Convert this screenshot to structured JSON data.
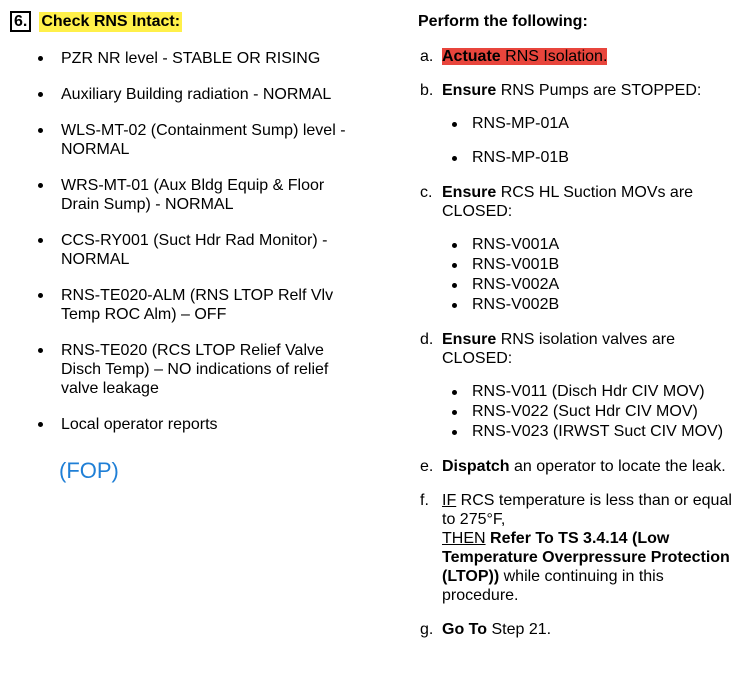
{
  "step": {
    "number": "6.",
    "title": "Check RNS Intact:"
  },
  "conditions": [
    "PZR NR level - STABLE OR RISING",
    "Auxiliary Building radiation - NORMAL",
    "WLS-MT-02 (Containment Sump) level - NORMAL",
    "WRS-MT-01 (Aux Bldg Equip & Floor Drain Sump) - NORMAL",
    "CCS-RY001 (Suct Hdr Rad Monitor) - NORMAL",
    "RNS-TE020-ALM (RNS LTOP Relf Vlv Temp ROC Alm) – OFF",
    "RNS-TE020 (RCS LTOP Relief Valve Disch Temp) – NO indications of relief valve leakage",
    "Local operator reports"
  ],
  "fop": "(FOP)",
  "perform_heading": "Perform the following:",
  "actions": {
    "a": {
      "letter": "a.",
      "verb": "Actuate",
      "text": " RNS Isolation."
    },
    "b": {
      "letter": "b.",
      "verb": "Ensure",
      "text": " RNS Pumps are STOPPED:",
      "items": [
        "RNS-MP-01A",
        "RNS-MP-01B"
      ]
    },
    "c": {
      "letter": "c.",
      "verb": "Ensure",
      "text": " RCS HL Suction MOVs are CLOSED:",
      "items": [
        "RNS-V001A",
        "RNS-V001B",
        "RNS-V002A",
        "RNS-V002B"
      ]
    },
    "d": {
      "letter": "d.",
      "verb": "Ensure",
      "text": " RNS isolation valves are CLOSED:",
      "items": [
        "RNS-V011 (Disch Hdr CIV MOV)",
        "RNS-V022 (Suct Hdr CIV MOV)",
        "RNS-V023 (IRWST Suct CIV MOV)"
      ]
    },
    "e": {
      "letter": "e.",
      "verb": "Dispatch",
      "text": " an operator to locate the leak."
    },
    "f": {
      "letter": "f.",
      "if_word": "IF",
      "if_text": " RCS temperature is less than or equal to 275°F,",
      "then_word": "THEN",
      "then_bold": " Refer To TS 3.4.14 (Low Temperature Overpressure Protection (LTOP))",
      "then_text": " while continuing in this procedure."
    },
    "g": {
      "letter": "g.",
      "verb": "Go To",
      "text": " Step 21."
    }
  }
}
